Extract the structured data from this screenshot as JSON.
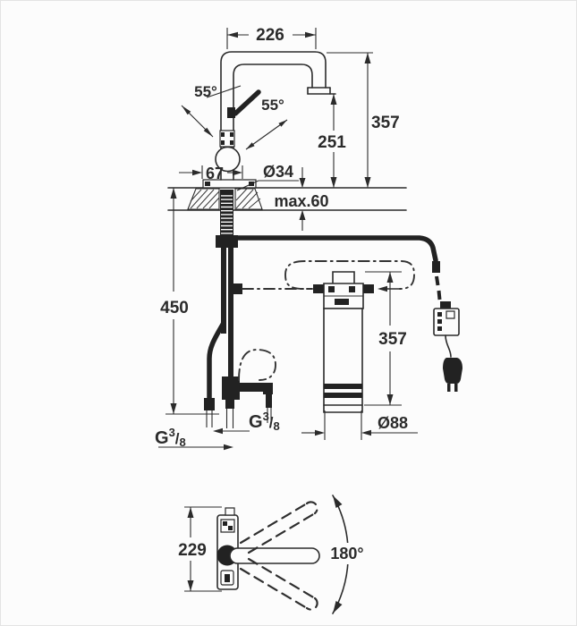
{
  "colors": {
    "ink": "#2b2b2b",
    "background": "#fcfcfc"
  },
  "front_view": {
    "spout_reach": "226",
    "lever_angle_left": "55°",
    "lever_angle_right": "55°",
    "height_to_spout_top": "357",
    "height_to_outlet": "251",
    "lever_offset": "67",
    "body_diameter": "Ø34",
    "countertop_thickness": "max.60",
    "hose_length": "450",
    "thread": {
      "g": "G",
      "numerator": "3",
      "slash": "/",
      "denominator": "8"
    }
  },
  "filter_unit": {
    "height": "357",
    "diameter": "Ø88"
  },
  "top_view": {
    "body_depth": "229",
    "swivel_range": "180°"
  }
}
